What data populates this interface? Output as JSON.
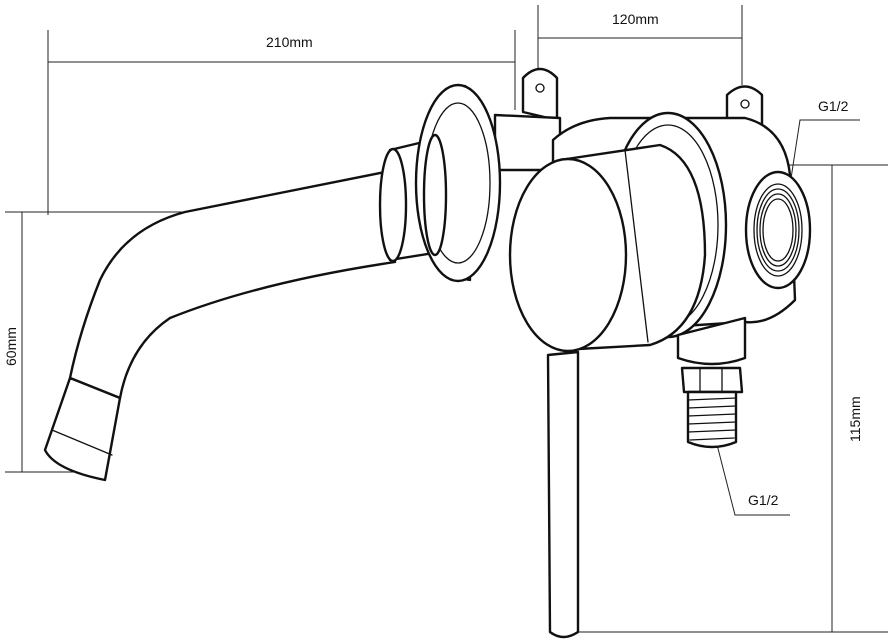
{
  "dimensions": {
    "spout_length": "210mm",
    "body_width": "120mm",
    "spout_height": "60mm",
    "overall_height": "115mm"
  },
  "connections": {
    "top_inlet": "G1/2",
    "bottom_inlet": "G1/2"
  },
  "colors": {
    "line": "#111111",
    "background": "#ffffff"
  }
}
